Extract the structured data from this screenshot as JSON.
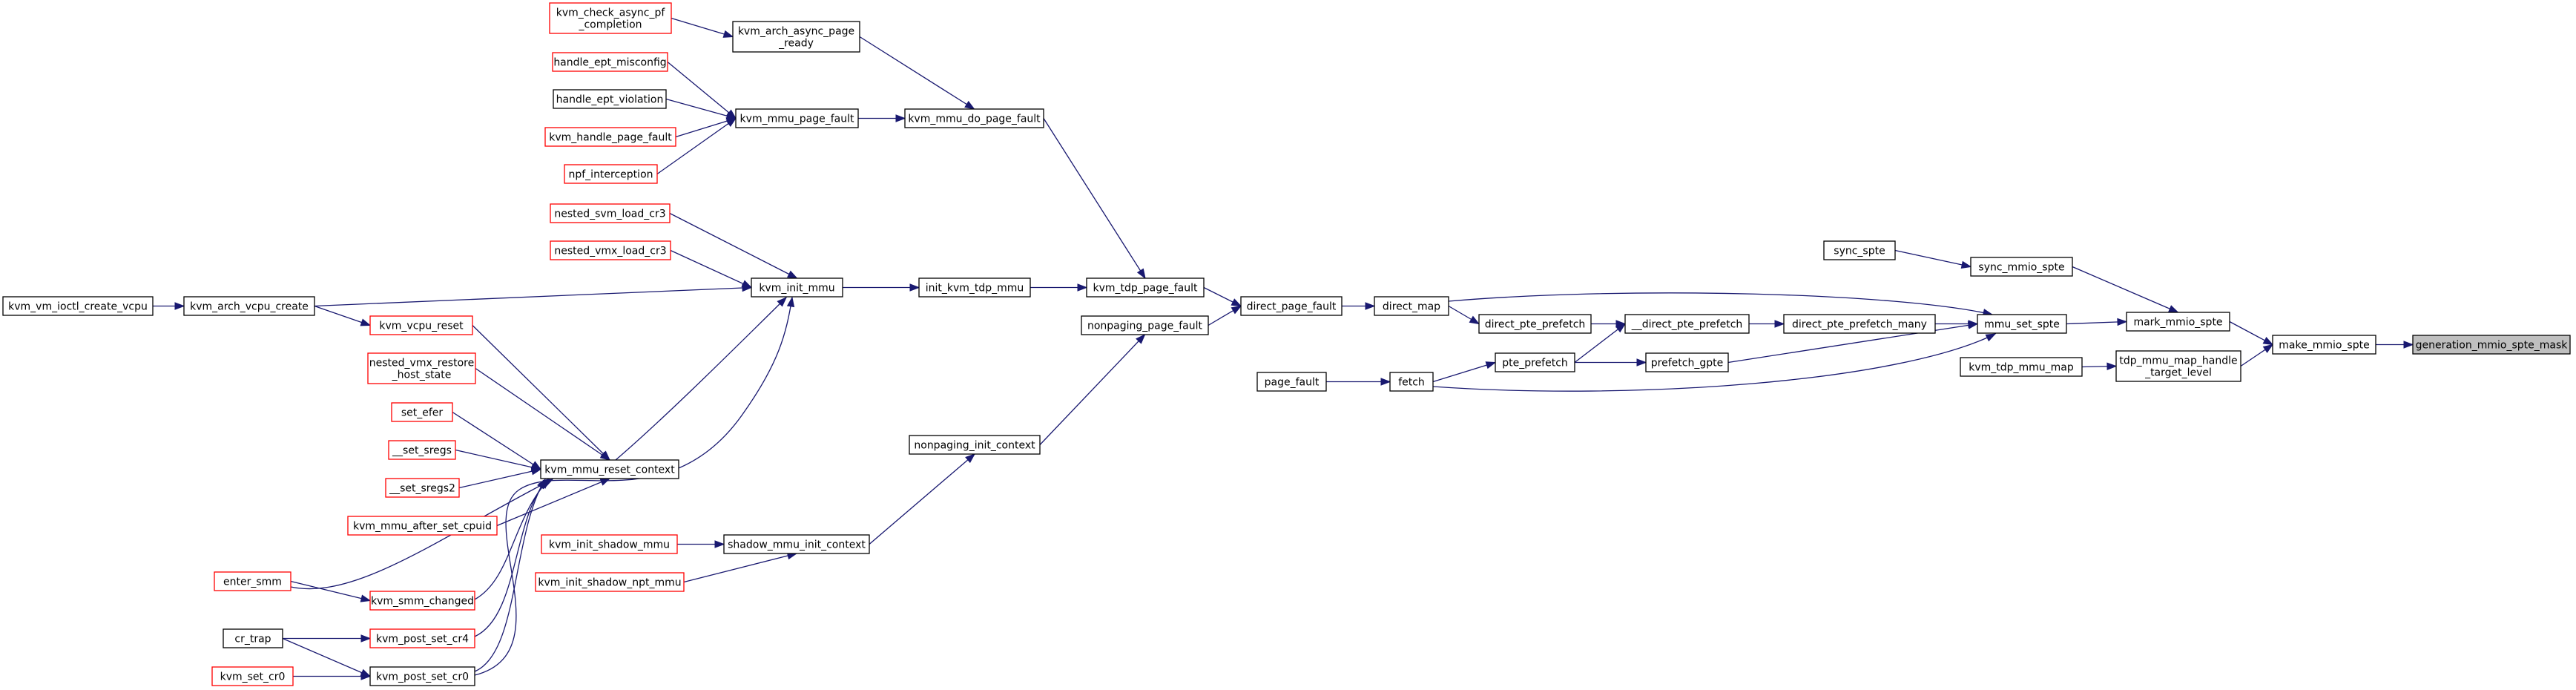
{
  "colors": {
    "edge": "#191970",
    "border_default": "#000000",
    "border_external": "#ff0000",
    "fill_default": "#ffffff",
    "fill_focus": "#bfbfbf"
  },
  "nodes": [
    {
      "id": "generation_mmio_spte_mask",
      "lines": [
        "generation_mmio_spte_mask"
      ],
      "kind": "focus"
    },
    {
      "id": "make_mmio_spte",
      "lines": [
        "make_mmio_spte"
      ],
      "kind": "normal"
    },
    {
      "id": "mark_mmio_spte",
      "lines": [
        "mark_mmio_spte"
      ],
      "kind": "normal"
    },
    {
      "id": "tdp_mmu_map_handle_target_level",
      "lines": [
        "tdp_mmu_map_handle",
        "_target_level"
      ],
      "kind": "normal"
    },
    {
      "id": "sync_mmio_spte",
      "lines": [
        "sync_mmio_spte"
      ],
      "kind": "normal"
    },
    {
      "id": "mmu_set_spte",
      "lines": [
        "mmu_set_spte"
      ],
      "kind": "normal"
    },
    {
      "id": "kvm_tdp_mmu_map",
      "lines": [
        "kvm_tdp_mmu_map"
      ],
      "kind": "normal"
    },
    {
      "id": "sync_spte",
      "lines": [
        "sync_spte"
      ],
      "kind": "normal"
    },
    {
      "id": "direct_pte_prefetch_many",
      "lines": [
        "direct_pte_prefetch_many"
      ],
      "kind": "normal"
    },
    {
      "id": "prefetch_gpte",
      "lines": [
        "prefetch_gpte"
      ],
      "kind": "normal"
    },
    {
      "id": "__direct_pte_prefetch",
      "lines": [
        "__direct_pte_prefetch"
      ],
      "kind": "normal"
    },
    {
      "id": "pte_prefetch",
      "lines": [
        "pte_prefetch"
      ],
      "kind": "normal"
    },
    {
      "id": "direct_pte_prefetch",
      "lines": [
        "direct_pte_prefetch"
      ],
      "kind": "normal"
    },
    {
      "id": "direct_map",
      "lines": [
        "direct_map"
      ],
      "kind": "normal"
    },
    {
      "id": "fetch",
      "lines": [
        "fetch"
      ],
      "kind": "normal"
    },
    {
      "id": "direct_page_fault",
      "lines": [
        "direct_page_fault"
      ],
      "kind": "normal"
    },
    {
      "id": "page_fault",
      "lines": [
        "page_fault"
      ],
      "kind": "normal"
    },
    {
      "id": "kvm_tdp_page_fault",
      "lines": [
        "kvm_tdp_page_fault"
      ],
      "kind": "normal"
    },
    {
      "id": "nonpaging_page_fault",
      "lines": [
        "nonpaging_page_fault"
      ],
      "kind": "normal"
    },
    {
      "id": "kvm_mmu_do_page_fault",
      "lines": [
        "kvm_mmu_do_page_fault"
      ],
      "kind": "normal"
    },
    {
      "id": "init_kvm_tdp_mmu",
      "lines": [
        "init_kvm_tdp_mmu"
      ],
      "kind": "normal"
    },
    {
      "id": "nonpaging_init_context",
      "lines": [
        "nonpaging_init_context"
      ],
      "kind": "normal"
    },
    {
      "id": "kvm_arch_async_page_ready",
      "lines": [
        "kvm_arch_async_page",
        "_ready"
      ],
      "kind": "normal"
    },
    {
      "id": "kvm_mmu_page_fault",
      "lines": [
        "kvm_mmu_page_fault"
      ],
      "kind": "normal"
    },
    {
      "id": "kvm_init_mmu",
      "lines": [
        "kvm_init_mmu"
      ],
      "kind": "normal"
    },
    {
      "id": "shadow_mmu_init_context",
      "lines": [
        "shadow_mmu_init_context"
      ],
      "kind": "normal"
    },
    {
      "id": "kvm_check_async_pf_completion",
      "lines": [
        "kvm_check_async_pf",
        "_completion"
      ],
      "kind": "external"
    },
    {
      "id": "handle_ept_misconfig",
      "lines": [
        "handle_ept_misconfig"
      ],
      "kind": "external"
    },
    {
      "id": "handle_ept_violation",
      "lines": [
        "handle_ept_violation"
      ],
      "kind": "normal"
    },
    {
      "id": "kvm_handle_page_fault",
      "lines": [
        "kvm_handle_page_fault"
      ],
      "kind": "external"
    },
    {
      "id": "npf_interception",
      "lines": [
        "npf_interception"
      ],
      "kind": "external"
    },
    {
      "id": "nested_svm_load_cr3",
      "lines": [
        "nested_svm_load_cr3"
      ],
      "kind": "external"
    },
    {
      "id": "nested_vmx_load_cr3",
      "lines": [
        "nested_vmx_load_cr3"
      ],
      "kind": "external"
    },
    {
      "id": "kvm_arch_vcpu_create",
      "lines": [
        "kvm_arch_vcpu_create"
      ],
      "kind": "normal"
    },
    {
      "id": "kvm_vm_ioctl_create_vcpu",
      "lines": [
        "kvm_vm_ioctl_create_vcpu"
      ],
      "kind": "normal"
    },
    {
      "id": "kvm_vcpu_reset",
      "lines": [
        "kvm_vcpu_reset"
      ],
      "kind": "external"
    },
    {
      "id": "kvm_mmu_reset_context",
      "lines": [
        "kvm_mmu_reset_context"
      ],
      "kind": "normal"
    },
    {
      "id": "nested_vmx_restore_host_state",
      "lines": [
        "nested_vmx_restore",
        "_host_state"
      ],
      "kind": "external"
    },
    {
      "id": "set_efer",
      "lines": [
        "set_efer"
      ],
      "kind": "external"
    },
    {
      "id": "__set_sregs",
      "lines": [
        "__set_sregs"
      ],
      "kind": "external"
    },
    {
      "id": "__set_sregs2",
      "lines": [
        "__set_sregs2"
      ],
      "kind": "external"
    },
    {
      "id": "kvm_mmu_after_set_cpuid",
      "lines": [
        "kvm_mmu_after_set_cpuid"
      ],
      "kind": "external"
    },
    {
      "id": "enter_smm",
      "lines": [
        "enter_smm"
      ],
      "kind": "external"
    },
    {
      "id": "kvm_smm_changed",
      "lines": [
        "kvm_smm_changed"
      ],
      "kind": "external"
    },
    {
      "id": "kvm_post_set_cr4",
      "lines": [
        "kvm_post_set_cr4"
      ],
      "kind": "external"
    },
    {
      "id": "kvm_post_set_cr0",
      "lines": [
        "kvm_post_set_cr0"
      ],
      "kind": "normal"
    },
    {
      "id": "cr_trap",
      "lines": [
        "cr_trap"
      ],
      "kind": "normal"
    },
    {
      "id": "kvm_set_cr0",
      "lines": [
        "kvm_set_cr0"
      ],
      "kind": "external"
    },
    {
      "id": "kvm_init_shadow_mmu",
      "lines": [
        "kvm_init_shadow_mmu"
      ],
      "kind": "external"
    },
    {
      "id": "kvm_init_shadow_npt_mmu",
      "lines": [
        "kvm_init_shadow_npt_mmu"
      ],
      "kind": "external"
    }
  ],
  "edges": [
    [
      "make_mmio_spte",
      "generation_mmio_spte_mask"
    ],
    [
      "mark_mmio_spte",
      "make_mmio_spte"
    ],
    [
      "tdp_mmu_map_handle_target_level",
      "make_mmio_spte"
    ],
    [
      "sync_mmio_spte",
      "mark_mmio_spte"
    ],
    [
      "mmu_set_spte",
      "mark_mmio_spte"
    ],
    [
      "kvm_tdp_mmu_map",
      "tdp_mmu_map_handle_target_level"
    ],
    [
      "sync_spte",
      "sync_mmio_spte"
    ],
    [
      "direct_pte_prefetch_many",
      "mmu_set_spte"
    ],
    [
      "prefetch_gpte",
      "mmu_set_spte"
    ],
    [
      "direct_map",
      "mmu_set_spte"
    ],
    [
      "fetch",
      "mmu_set_spte"
    ],
    [
      "__direct_pte_prefetch",
      "direct_pte_prefetch_many"
    ],
    [
      "pte_prefetch",
      "prefetch_gpte"
    ],
    [
      "direct_pte_prefetch",
      "__direct_pte_prefetch"
    ],
    [
      "pte_prefetch",
      "__direct_pte_prefetch"
    ],
    [
      "direct_map",
      "direct_pte_prefetch"
    ],
    [
      "fetch",
      "pte_prefetch"
    ],
    [
      "direct_page_fault",
      "direct_map"
    ],
    [
      "page_fault",
      "fetch"
    ],
    [
      "kvm_tdp_page_fault",
      "direct_page_fault"
    ],
    [
      "nonpaging_page_fault",
      "direct_page_fault"
    ],
    [
      "kvm_mmu_do_page_fault",
      "kvm_tdp_page_fault"
    ],
    [
      "init_kvm_tdp_mmu",
      "kvm_tdp_page_fault"
    ],
    [
      "nonpaging_init_context",
      "nonpaging_page_fault"
    ],
    [
      "kvm_arch_async_page_ready",
      "kvm_mmu_do_page_fault"
    ],
    [
      "kvm_mmu_page_fault",
      "kvm_mmu_do_page_fault"
    ],
    [
      "kvm_init_mmu",
      "init_kvm_tdp_mmu"
    ],
    [
      "shadow_mmu_init_context",
      "nonpaging_init_context"
    ],
    [
      "kvm_check_async_pf_completion",
      "kvm_arch_async_page_ready"
    ],
    [
      "handle_ept_misconfig",
      "kvm_mmu_page_fault"
    ],
    [
      "handle_ept_violation",
      "kvm_mmu_page_fault"
    ],
    [
      "kvm_handle_page_fault",
      "kvm_mmu_page_fault"
    ],
    [
      "npf_interception",
      "kvm_mmu_page_fault"
    ],
    [
      "nested_svm_load_cr3",
      "kvm_init_mmu"
    ],
    [
      "nested_vmx_load_cr3",
      "kvm_init_mmu"
    ],
    [
      "kvm_arch_vcpu_create",
      "kvm_init_mmu"
    ],
    [
      "kvm_mmu_reset_context",
      "kvm_init_mmu"
    ],
    [
      "kvm_post_set_cr0",
      "kvm_init_mmu"
    ],
    [
      "kvm_vm_ioctl_create_vcpu",
      "kvm_arch_vcpu_create"
    ],
    [
      "kvm_arch_vcpu_create",
      "kvm_vcpu_reset"
    ],
    [
      "kvm_vcpu_reset",
      "kvm_mmu_reset_context"
    ],
    [
      "nested_vmx_restore_host_state",
      "kvm_mmu_reset_context"
    ],
    [
      "set_efer",
      "kvm_mmu_reset_context"
    ],
    [
      "__set_sregs",
      "kvm_mmu_reset_context"
    ],
    [
      "__set_sregs2",
      "kvm_mmu_reset_context"
    ],
    [
      "kvm_mmu_after_set_cpuid",
      "kvm_mmu_reset_context"
    ],
    [
      "enter_smm",
      "kvm_mmu_reset_context"
    ],
    [
      "kvm_smm_changed",
      "kvm_mmu_reset_context"
    ],
    [
      "kvm_post_set_cr4",
      "kvm_mmu_reset_context"
    ],
    [
      "kvm_post_set_cr0",
      "kvm_mmu_reset_context"
    ],
    [
      "enter_smm",
      "kvm_smm_changed"
    ],
    [
      "cr_trap",
      "kvm_post_set_cr4"
    ],
    [
      "cr_trap",
      "kvm_post_set_cr0"
    ],
    [
      "kvm_set_cr0",
      "kvm_post_set_cr0"
    ],
    [
      "kvm_init_shadow_mmu",
      "shadow_mmu_init_context"
    ],
    [
      "kvm_init_shadow_npt_mmu",
      "shadow_mmu_init_context"
    ]
  ]
}
